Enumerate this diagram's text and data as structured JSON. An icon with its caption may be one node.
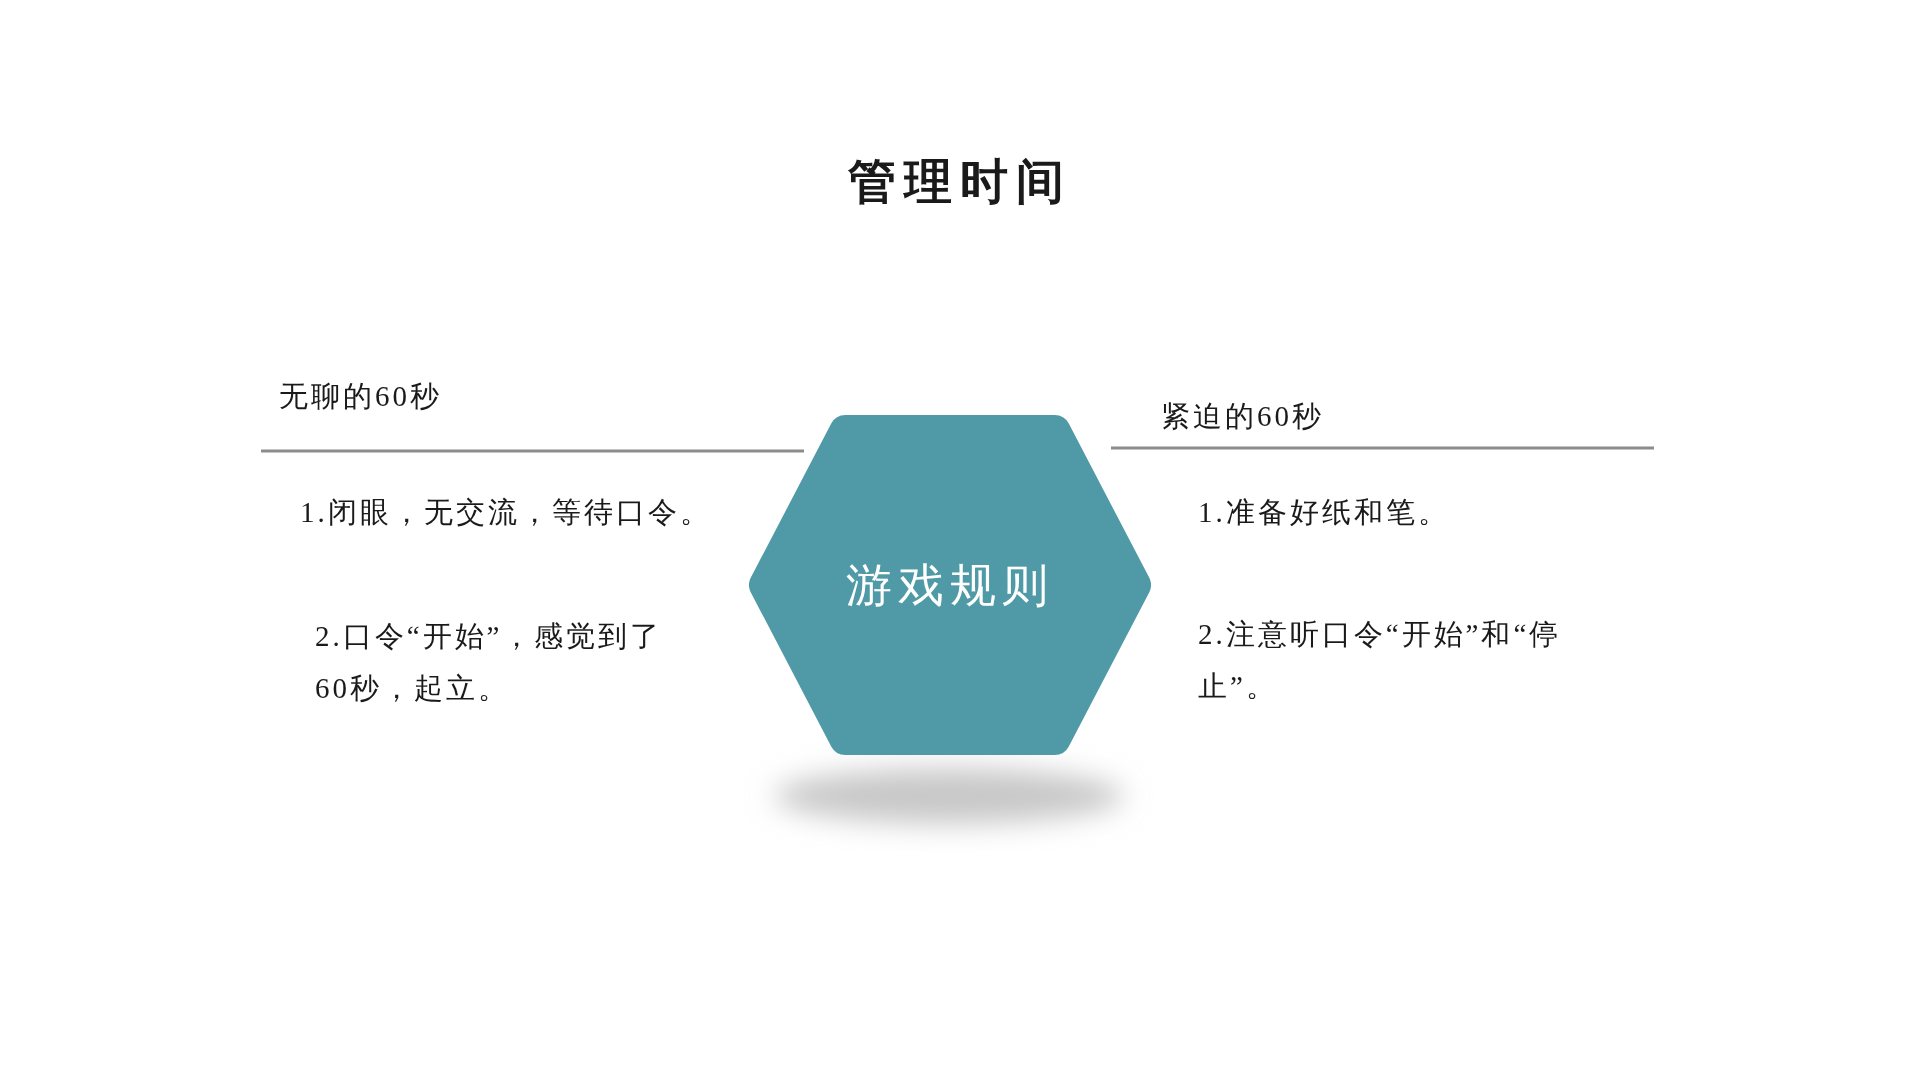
{
  "diagram": {
    "title": "管理时间",
    "nodes": [
      {
        "text": [
          "游戏规则"
        ]
      }
    ],
    "labels": [
      "无聊的60秒",
      "紧迫的60秒",
      "1.闭眼，无交流，等待口令。",
      "2.口令“开始”，感觉到了60秒，起立。",
      "1.准备好纸和笔。",
      "2.注意听口令“开始”和“停止”。"
    ]
  }
}
